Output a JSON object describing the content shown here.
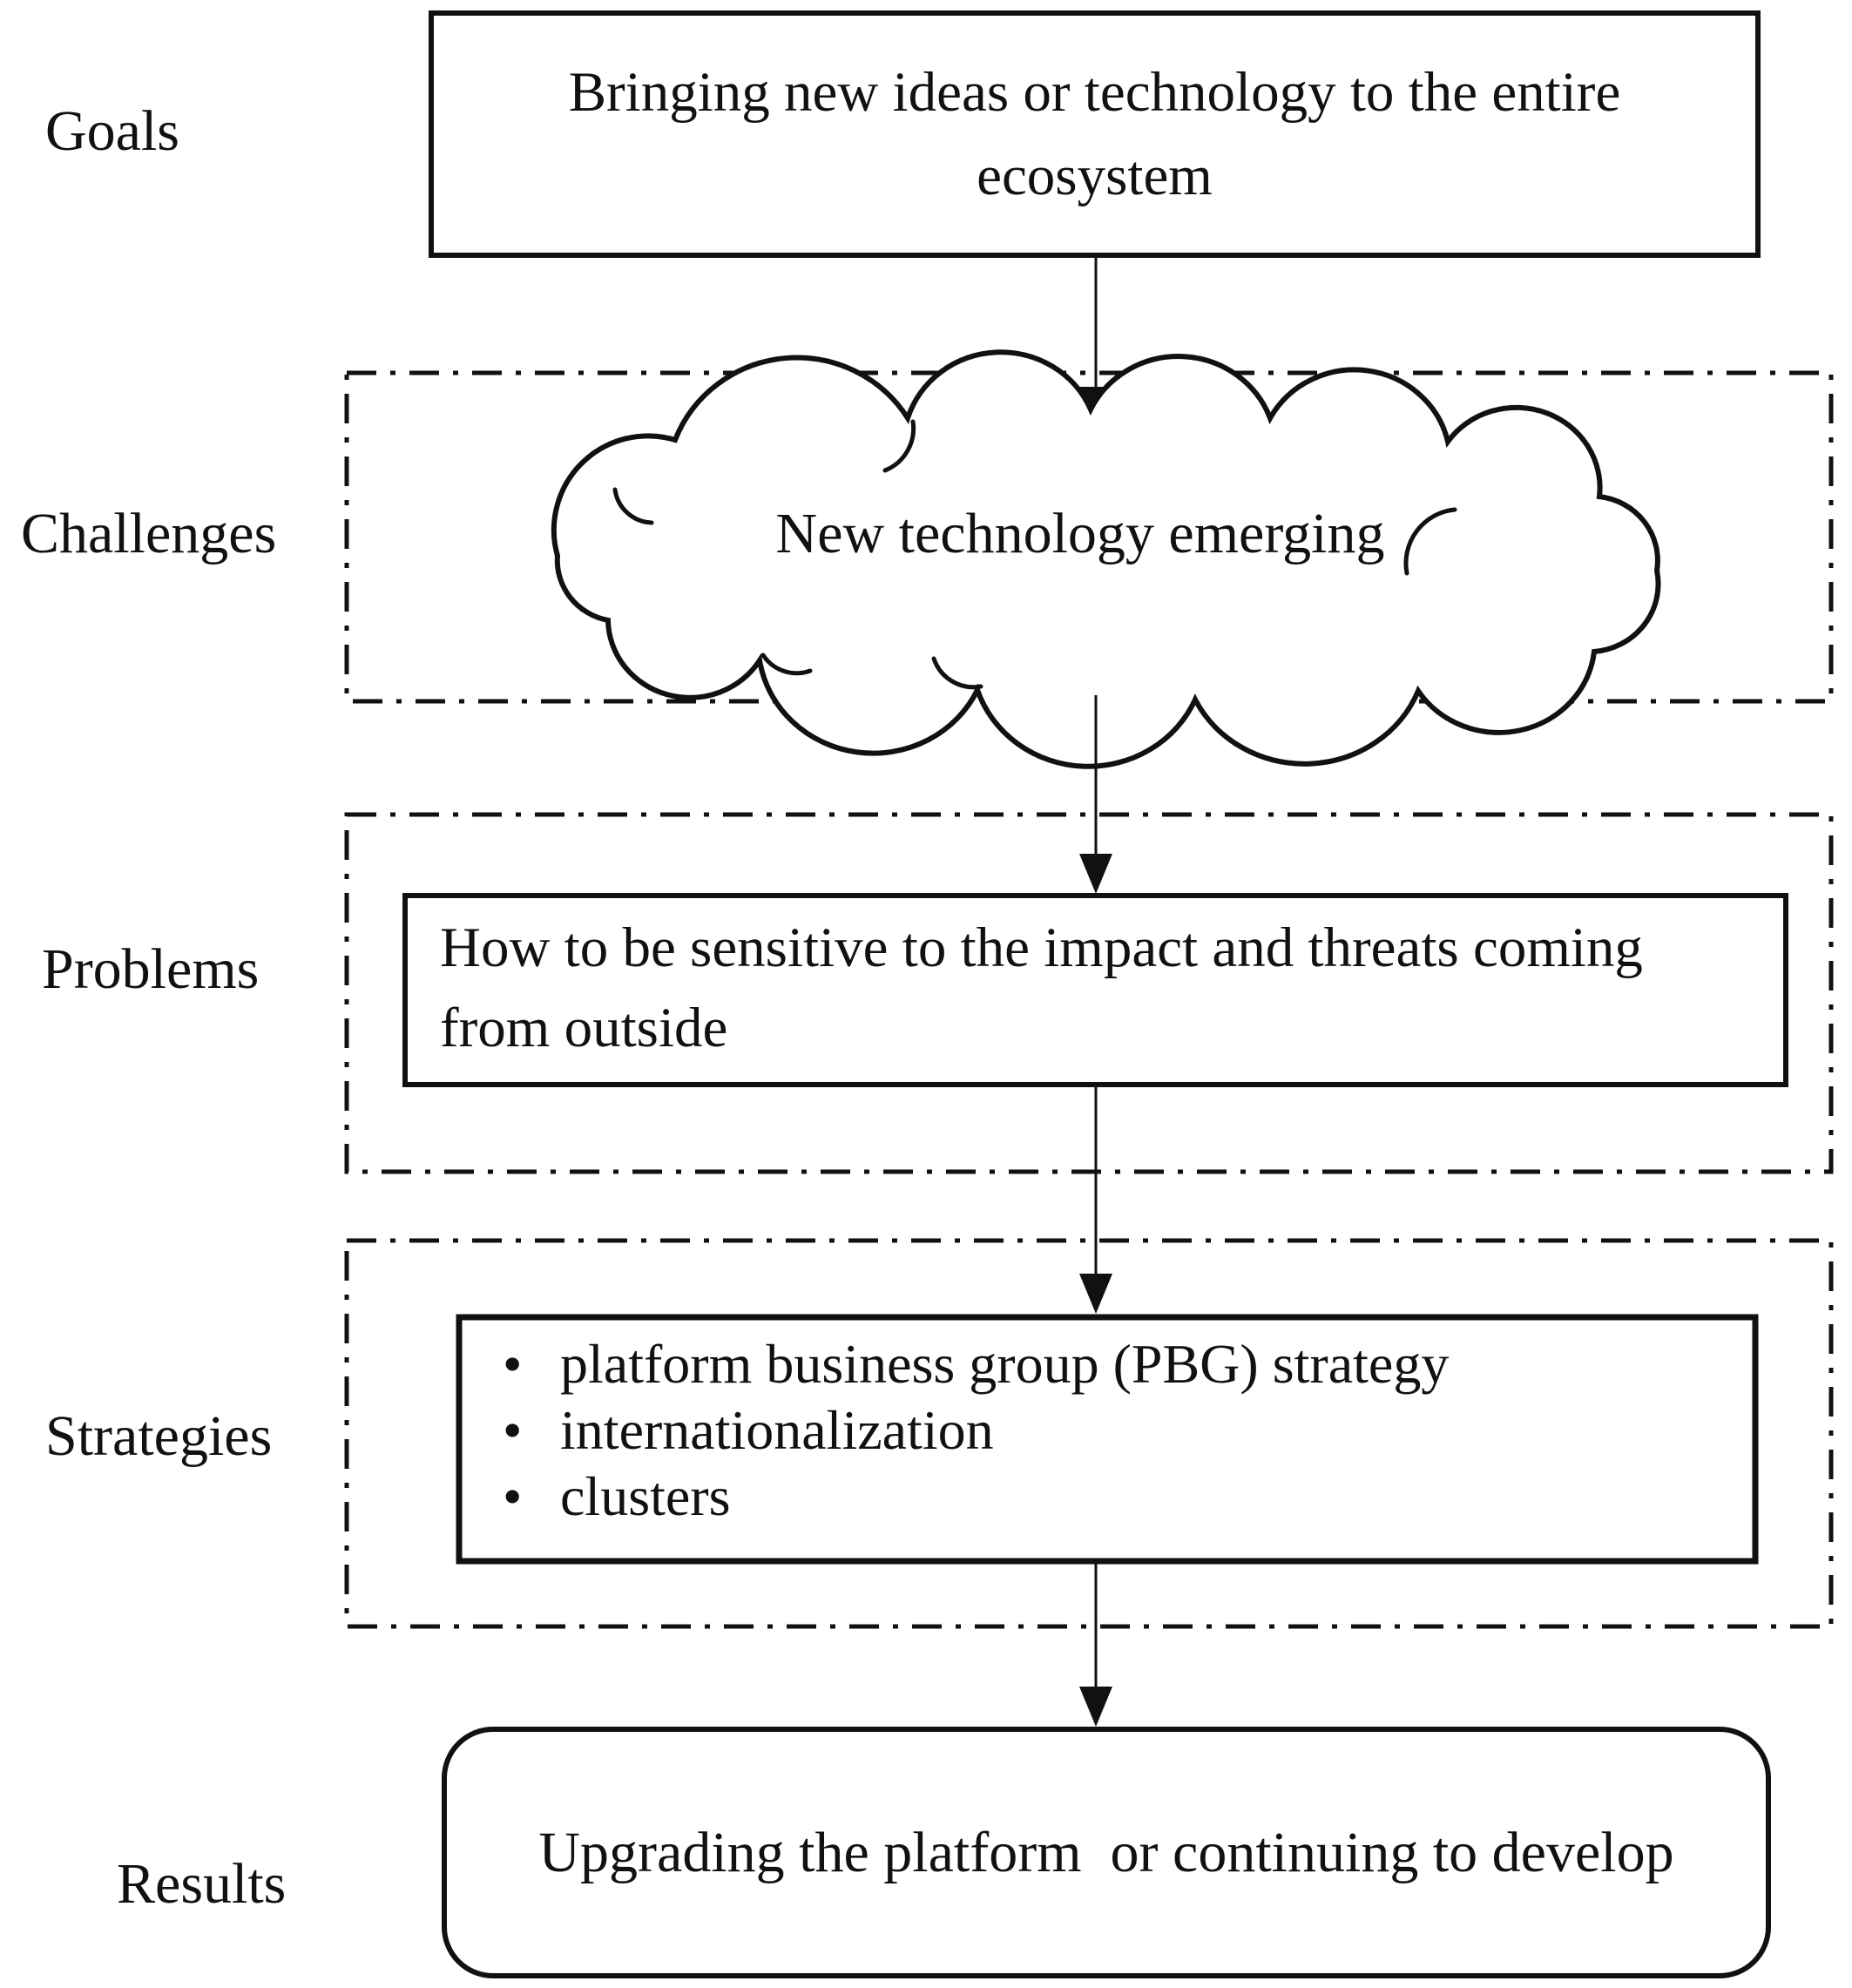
{
  "diagram": {
    "row_labels": {
      "goals": "Goals",
      "challenges": "Challenges",
      "problems": "Problems",
      "strategies": "Strategies",
      "results": "Results"
    },
    "goals_box": {
      "line1": "Bringing new ideas or technology to the entire",
      "line2": "ecosystem"
    },
    "challenges_cloud": {
      "text": "New technology emerging"
    },
    "problems_box": {
      "line1": "How to be sensitive to the impact and threats coming",
      "line2": "from outside"
    },
    "strategies_box": {
      "bullet_char": "•",
      "items": [
        "platform business group (PBG) strategy",
        "internationalization",
        "clusters"
      ]
    },
    "results_box": {
      "text": "Upgrading the platform  or continuing to develop"
    },
    "colors": {
      "ink": "#111111",
      "background": "#ffffff"
    }
  }
}
